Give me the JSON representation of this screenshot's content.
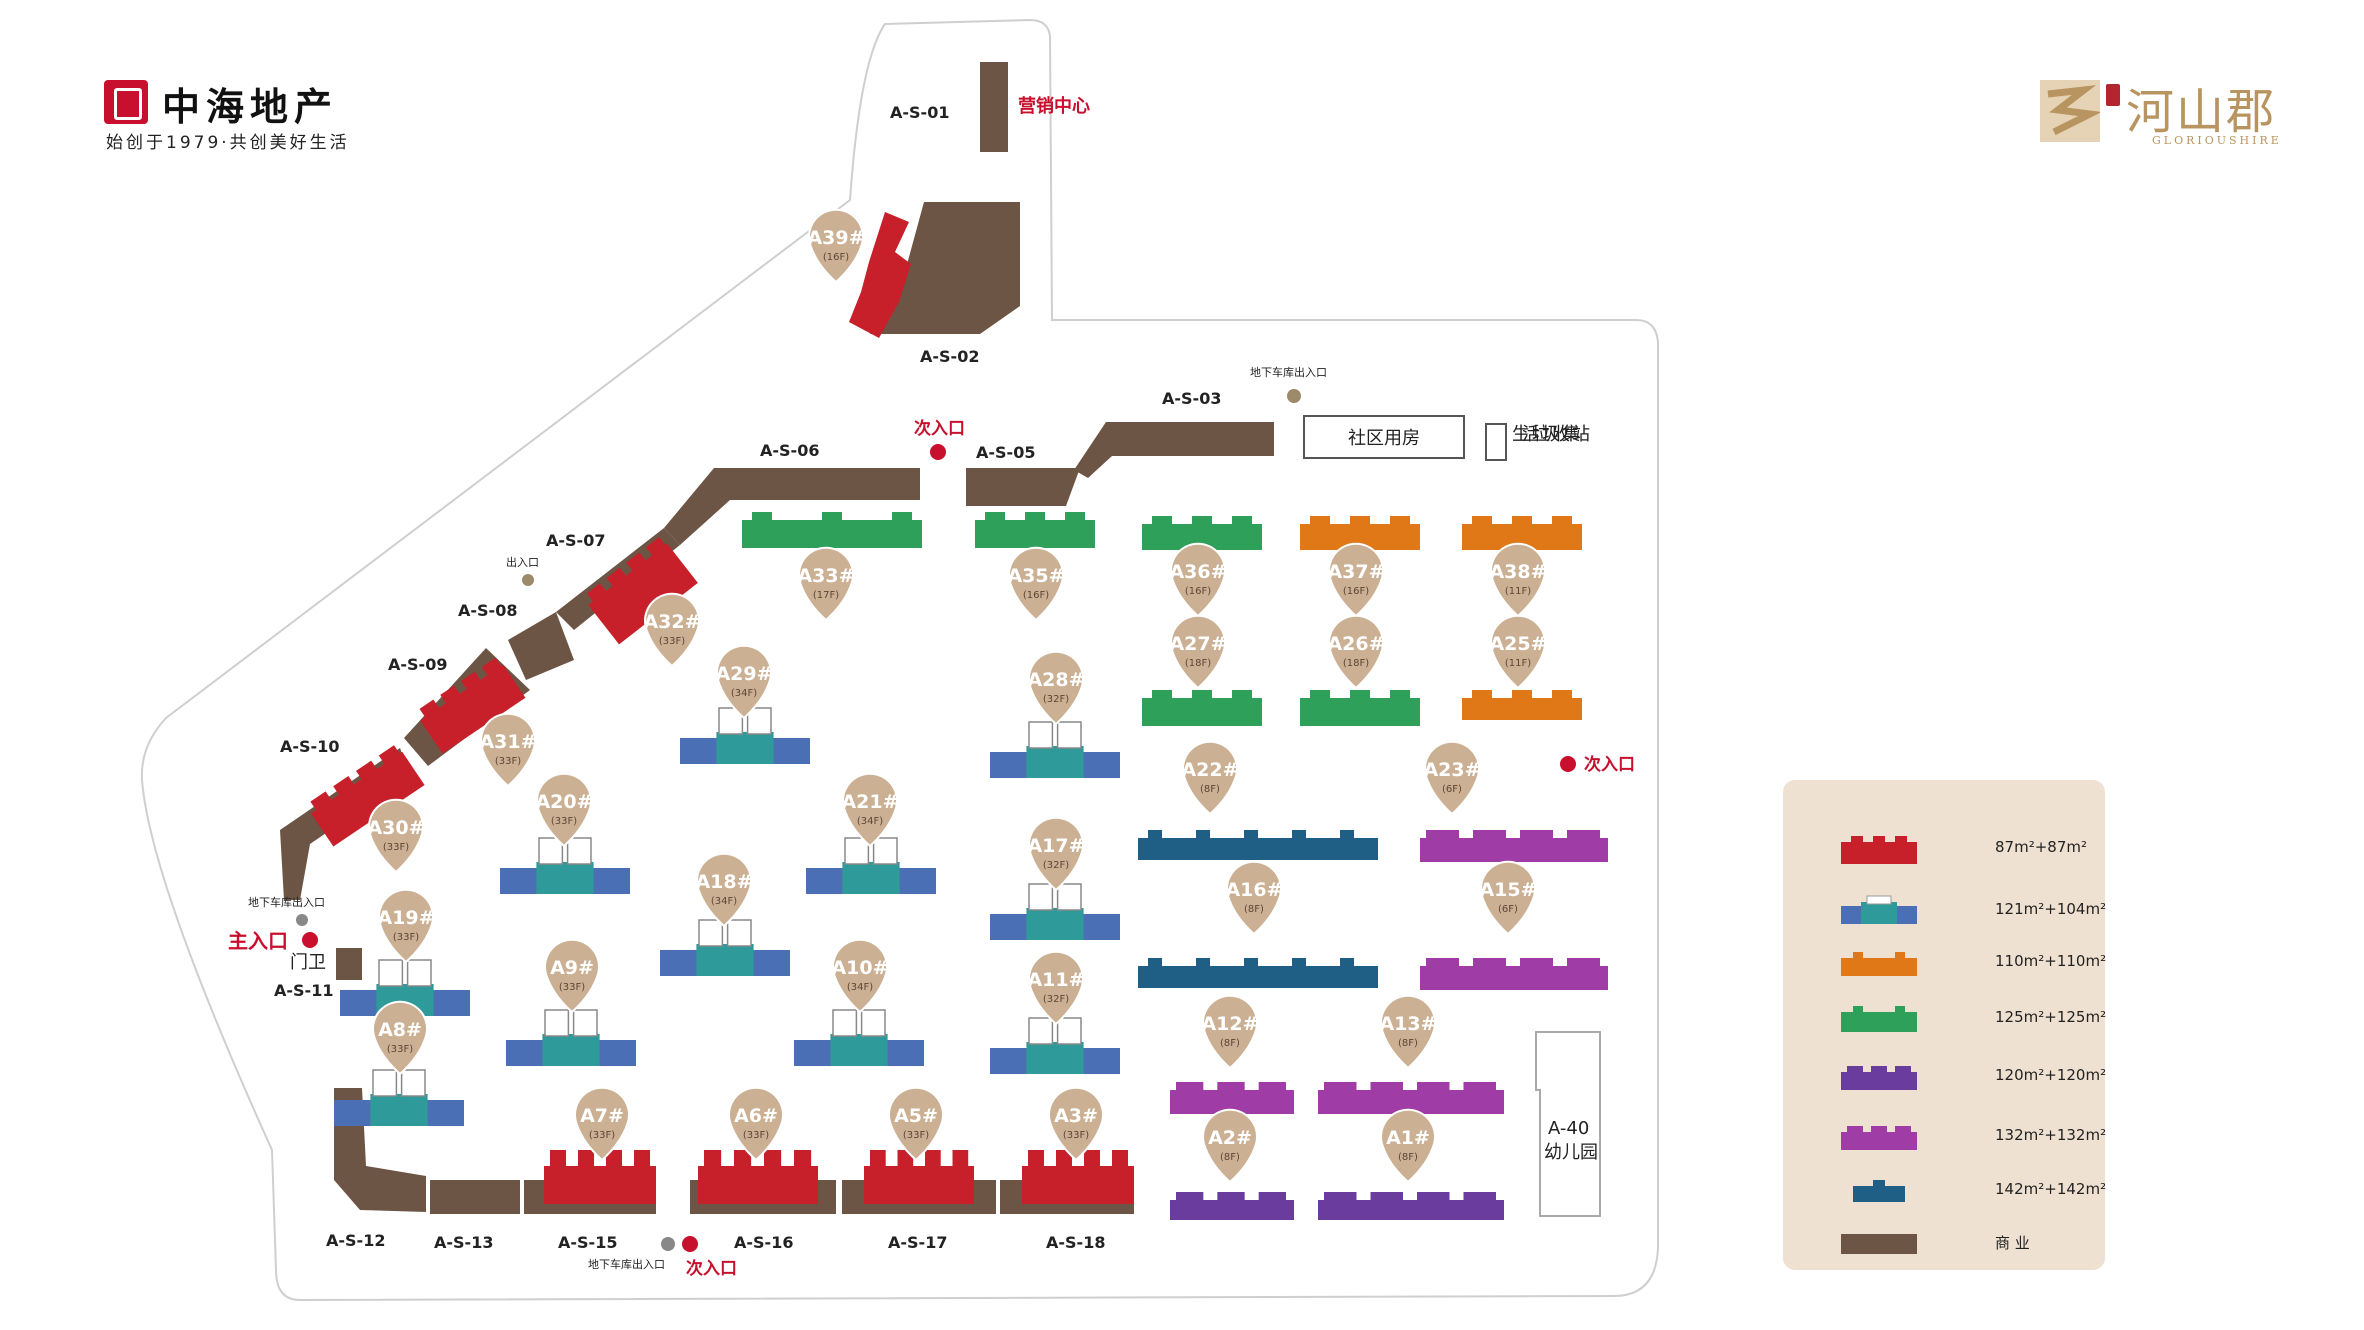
{
  "brand": {
    "company": "中海地产",
    "slogan": "始创于1979·共创美好生活",
    "project": "河山郡",
    "project_en": "GLORIOUSHIRE"
  },
  "colors": {
    "commercial": "#6d5546",
    "red": "#c8202a",
    "blue_teal": "#4a6fb5",
    "orange": "#e07818",
    "green": "#2fa05a",
    "purple": "#6a3c9e",
    "magenta": "#a03ca6",
    "navy": "#1f5f86",
    "tag": "#cbb093",
    "accent_red": "#c8102e"
  },
  "commercial_labels": [
    "A-S-01",
    "A-S-02",
    "A-S-03",
    "A-S-05",
    "A-S-06",
    "A-S-07",
    "A-S-08",
    "A-S-09",
    "A-S-10",
    "A-S-11",
    "A-S-12",
    "A-S-13",
    "A-S-15",
    "A-S-16",
    "A-S-17",
    "A-S-18"
  ],
  "annotations": {
    "sales_center": "营销中心",
    "main_entrance": "主入口",
    "secondary_entrance": "次入口",
    "garage_entrance": "地下车库出入口",
    "garage_entrance_short": "地下车库出入口",
    "exit": "出入口",
    "gate": "门卫",
    "community_room": "社区用房",
    "garbage_station": "生活垃圾收集站",
    "kindergarten_code": "A-40",
    "kindergarten": "幼儿园"
  },
  "buildings": [
    {
      "id": "A39#",
      "floors": "(16F)",
      "type": "red"
    },
    {
      "id": "A33#",
      "floors": "(17F)",
      "type": "green"
    },
    {
      "id": "A35#",
      "floors": "(16F)",
      "type": "green"
    },
    {
      "id": "A36#",
      "floors": "(16F)",
      "type": "green"
    },
    {
      "id": "A37#",
      "floors": "(16F)",
      "type": "orange"
    },
    {
      "id": "A38#",
      "floors": "(11F)",
      "type": "orange"
    },
    {
      "id": "A32#",
      "floors": "(33F)",
      "type": "red"
    },
    {
      "id": "A29#",
      "floors": "(34F)",
      "type": "blue"
    },
    {
      "id": "A28#",
      "floors": "(32F)",
      "type": "blue"
    },
    {
      "id": "A27#",
      "floors": "(18F)",
      "type": "green"
    },
    {
      "id": "A26#",
      "floors": "(18F)",
      "type": "green"
    },
    {
      "id": "A25#",
      "floors": "(11F)",
      "type": "orange"
    },
    {
      "id": "A31#",
      "floors": "(33F)",
      "type": "red"
    },
    {
      "id": "A30#",
      "floors": "(33F)",
      "type": "red"
    },
    {
      "id": "A20#",
      "floors": "(33F)",
      "type": "blue"
    },
    {
      "id": "A21#",
      "floors": "(34F)",
      "type": "blue"
    },
    {
      "id": "A22#",
      "floors": "(8F)",
      "type": "navy"
    },
    {
      "id": "A23#",
      "floors": "(6F)",
      "type": "magenta"
    },
    {
      "id": "A18#",
      "floors": "(34F)",
      "type": "blue"
    },
    {
      "id": "A17#",
      "floors": "(32F)",
      "type": "blue"
    },
    {
      "id": "A16#",
      "floors": "(8F)",
      "type": "navy"
    },
    {
      "id": "A15#",
      "floors": "(6F)",
      "type": "magenta"
    },
    {
      "id": "A19#",
      "floors": "(33F)",
      "type": "blue"
    },
    {
      "id": "A9#",
      "floors": "(33F)",
      "type": "blue"
    },
    {
      "id": "A10#",
      "floors": "(34F)",
      "type": "blue"
    },
    {
      "id": "A11#",
      "floors": "(32F)",
      "type": "blue"
    },
    {
      "id": "A12#",
      "floors": "(8F)",
      "type": "magenta"
    },
    {
      "id": "A13#",
      "floors": "(8F)",
      "type": "magenta"
    },
    {
      "id": "A8#",
      "floors": "(33F)",
      "type": "blue"
    },
    {
      "id": "A7#",
      "floors": "(33F)",
      "type": "red"
    },
    {
      "id": "A6#",
      "floors": "(33F)",
      "type": "red"
    },
    {
      "id": "A5#",
      "floors": "(33F)",
      "type": "red"
    },
    {
      "id": "A3#",
      "floors": "(33F)",
      "type": "red"
    },
    {
      "id": "A2#",
      "floors": "(8F)",
      "type": "purple"
    },
    {
      "id": "A1#",
      "floors": "(8F)",
      "type": "purple"
    }
  ],
  "legend": [
    {
      "type": "red",
      "text": "87m²+87m²"
    },
    {
      "type": "blue",
      "text": "121m²+104m²"
    },
    {
      "type": "orange",
      "text": "110m²+110m²"
    },
    {
      "type": "green",
      "text": "125m²+125m²"
    },
    {
      "type": "purple",
      "text": "120m²+120m²"
    },
    {
      "type": "magenta",
      "text": "132m²+132m²"
    },
    {
      "type": "navy",
      "text": "142m²+142m²"
    },
    {
      "type": "commercial",
      "text": "商 业"
    }
  ]
}
